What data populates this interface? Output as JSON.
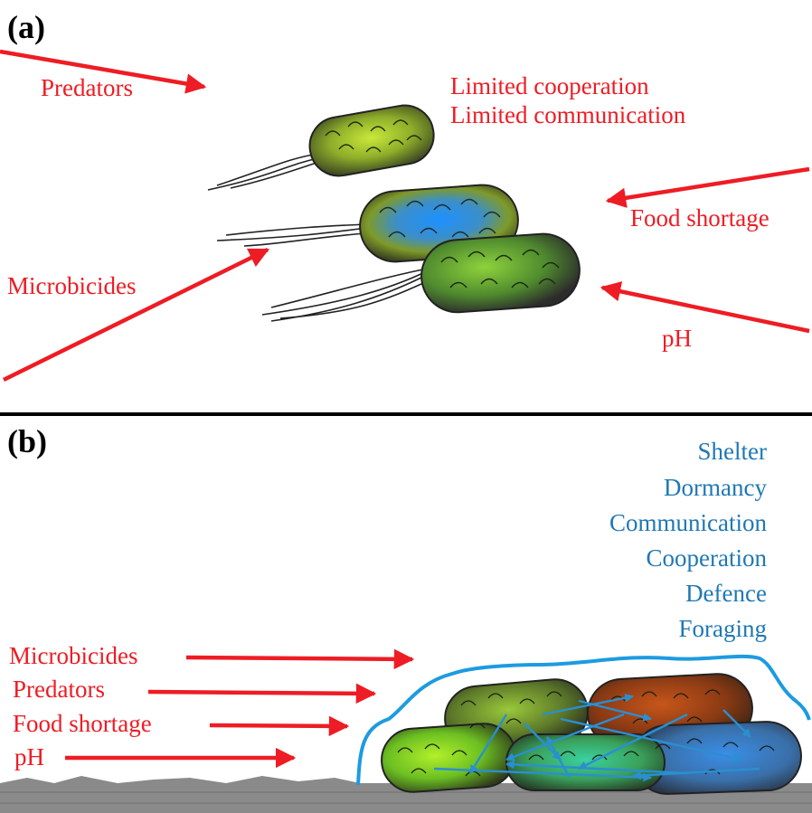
{
  "colors": {
    "threat": "#ee1c24",
    "benefit": "#1f78b4",
    "biofilm_outline": "#1d9be0",
    "divider": "#000000",
    "substrate": "#8a8a8a"
  },
  "panel_a": {
    "label": "(a)",
    "threats": {
      "predators": "Predators",
      "microbicides": "Microbicides",
      "food_shortage": "Food shortage",
      "ph": "pH"
    },
    "limitations": [
      "Limited cooperation",
      "Limited communication"
    ]
  },
  "panel_b": {
    "label": "(b)",
    "threats": [
      "Microbicides",
      "Predators",
      "Food shortage",
      "pH"
    ],
    "benefits": [
      "Shelter",
      "Dormancy",
      "Communication",
      "Cooperation",
      "Defence",
      "Foraging"
    ]
  }
}
